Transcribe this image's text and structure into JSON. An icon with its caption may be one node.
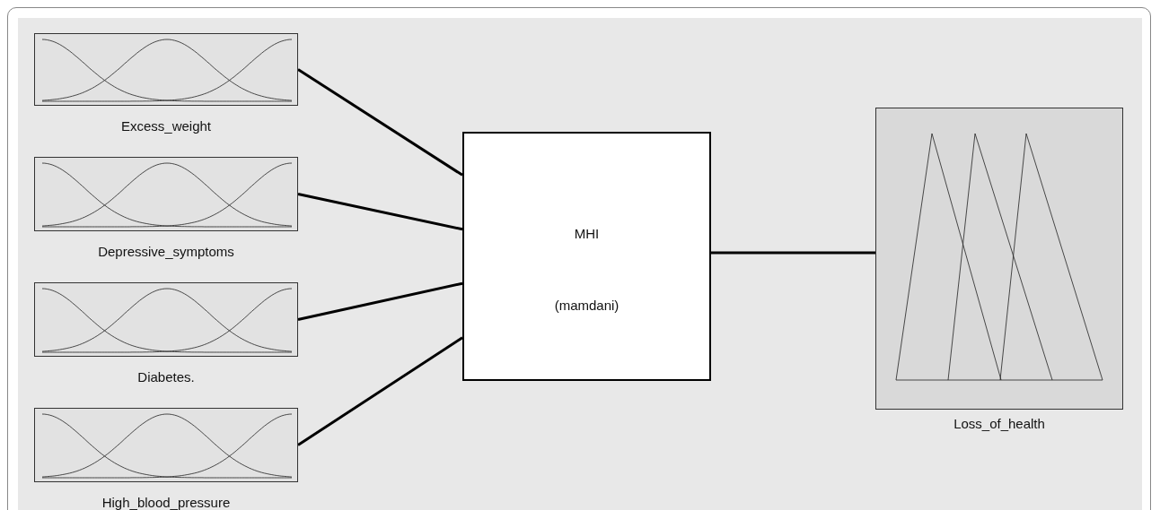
{
  "diagram": {
    "nodes": [
      {
        "text": [
          "Excess_weight"
        ]
      },
      {
        "text": [
          "Depressive_symptoms"
        ]
      },
      {
        "text": [
          "Diabetes."
        ]
      },
      {
        "text": [
          "High_blood_pressure"
        ]
      },
      {
        "text": [
          "MHI",
          "(mamdani)"
        ]
      },
      {
        "text": [
          "Loss_of_health"
        ]
      }
    ],
    "edges": [
      {
        "from": 0,
        "to": 4,
        "arrow": "none"
      },
      {
        "from": 1,
        "to": 4,
        "arrow": "none"
      },
      {
        "from": 2,
        "to": 4,
        "arrow": "none"
      },
      {
        "from": 3,
        "to": 4,
        "arrow": "none"
      },
      {
        "from": 4,
        "to": 5,
        "arrow": "none"
      }
    ]
  }
}
